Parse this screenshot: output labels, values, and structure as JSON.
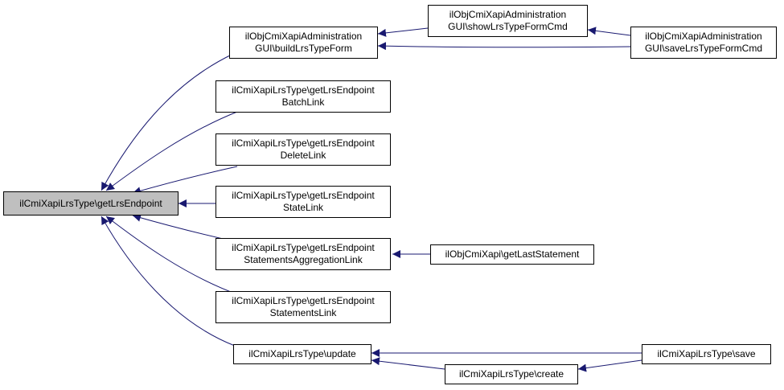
{
  "diagram": {
    "type": "caller-graph",
    "colors": {
      "edge": "#191970",
      "root_fill": "#bfbfbf",
      "node_fill": "#ffffff",
      "border": "#000000"
    },
    "nodes": [
      {
        "id": "root",
        "label": "ilCmiXapiLrsType\\getLrsEndpoint",
        "root": true
      },
      {
        "id": "build",
        "label": "ilObjCmiXapiAdministration\nGUI\\buildLrsTypeForm"
      },
      {
        "id": "show",
        "label": "ilObjCmiXapiAdministration\nGUI\\showLrsTypeFormCmd"
      },
      {
        "id": "savegui",
        "label": "ilObjCmiXapiAdministration\nGUI\\saveLrsTypeFormCmd"
      },
      {
        "id": "batch",
        "label": "ilCmiXapiLrsType\\getLrsEndpoint\nBatchLink"
      },
      {
        "id": "delete",
        "label": "ilCmiXapiLrsType\\getLrsEndpoint\nDeleteLink"
      },
      {
        "id": "state",
        "label": "ilCmiXapiLrsType\\getLrsEndpoint\nStateLink"
      },
      {
        "id": "agg",
        "label": "ilCmiXapiLrsType\\getLrsEndpoint\nStatementsAggregationLink"
      },
      {
        "id": "last",
        "label": "ilObjCmiXapi\\getLastStatement"
      },
      {
        "id": "stmts",
        "label": "ilCmiXapiLrsType\\getLrsEndpoint\nStatementsLink"
      },
      {
        "id": "update",
        "label": "ilCmiXapiLrsType\\update"
      },
      {
        "id": "save",
        "label": "ilCmiXapiLrsType\\save"
      },
      {
        "id": "create",
        "label": "ilCmiXapiLrsType\\create"
      }
    ],
    "edges": [
      {
        "from": "build",
        "to": "root"
      },
      {
        "from": "batch",
        "to": "root"
      },
      {
        "from": "delete",
        "to": "root"
      },
      {
        "from": "state",
        "to": "root"
      },
      {
        "from": "agg",
        "to": "root"
      },
      {
        "from": "stmts",
        "to": "root"
      },
      {
        "from": "update",
        "to": "root"
      },
      {
        "from": "show",
        "to": "build"
      },
      {
        "from": "savegui",
        "to": "build"
      },
      {
        "from": "savegui",
        "to": "show"
      },
      {
        "from": "last",
        "to": "agg"
      },
      {
        "from": "save",
        "to": "update"
      },
      {
        "from": "create",
        "to": "update"
      },
      {
        "from": "save",
        "to": "create"
      }
    ]
  }
}
